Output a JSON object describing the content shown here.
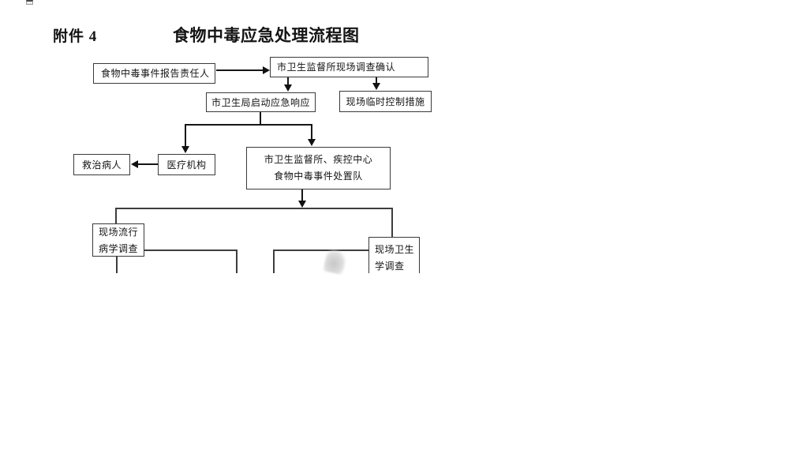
{
  "colors": {
    "background": "#ffffff",
    "line": "#3d3d3d",
    "arrow": "#111111",
    "text": "#141414"
  },
  "title": {
    "attachment_label": "附件 4",
    "text": "食物中毒应急处理流程图"
  },
  "nodes": {
    "reporter": {
      "label": "食物中毒事件报告责任人"
    },
    "confirm": {
      "label": "市卫生监督所现场调查确认"
    },
    "response": {
      "label": "市卫生局启动应急响应"
    },
    "control": {
      "label": "现场临时控制措施"
    },
    "treat": {
      "label": "救治病人"
    },
    "medical": {
      "label": "医疗机构"
    },
    "team": {
      "line1": "市卫生监督所、疾控中心",
      "line2": "食物中毒事件处置队"
    },
    "epi": {
      "line1": "现场流行",
      "line2": "病学调查"
    },
    "hygiene": {
      "line1": "现场卫生",
      "line2": "学调查"
    }
  }
}
